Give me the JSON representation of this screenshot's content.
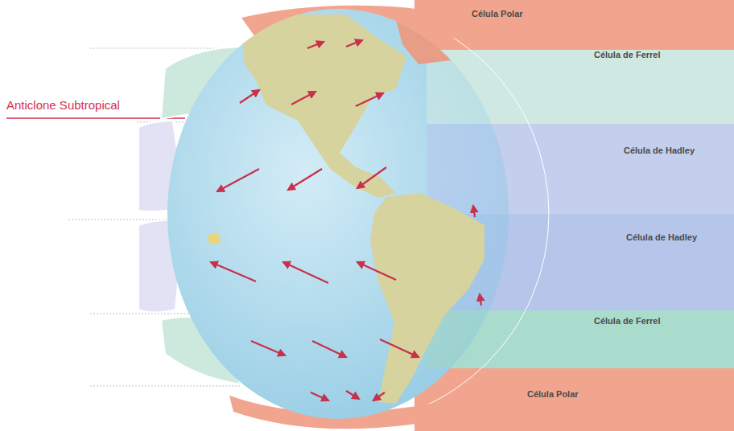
{
  "diagram": {
    "labels": [
      "Célula Polar",
      "Célula de Ferrel",
      "Anticlone Subtropical",
      "Célula de Hadley",
      "Célula de Hadley",
      "Célula de Ferrel",
      "Célula Polar"
    ]
  }
}
